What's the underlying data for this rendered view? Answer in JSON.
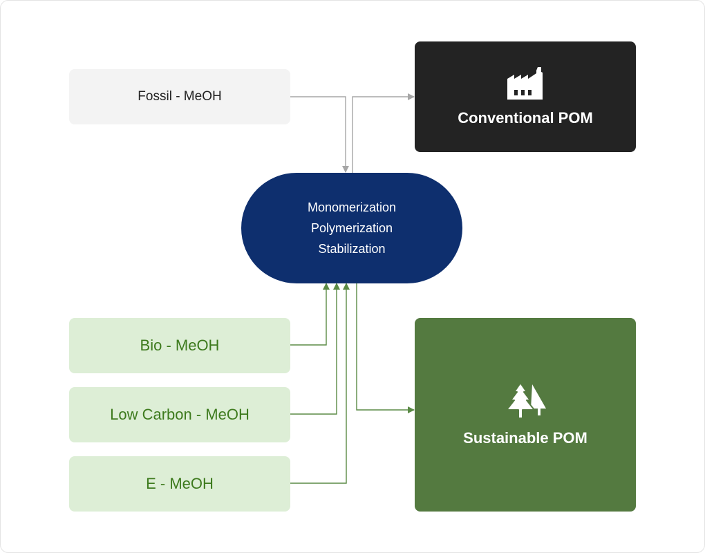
{
  "sources": {
    "fossil": "Fossil - MeOH",
    "bio": "Bio - MeOH",
    "low_carbon": "Low Carbon - MeOH",
    "e_meoh": "E - MeOH"
  },
  "process": {
    "steps": [
      "Monomerization",
      "Polymerization",
      "Stabilization"
    ]
  },
  "outputs": {
    "conventional": {
      "label": "Conventional POM",
      "icon": "factory-icon"
    },
    "sustainable": {
      "label": "Sustainable POM",
      "icon": "trees-icon"
    }
  },
  "colors": {
    "process": "#0e2f6e",
    "conventional": "#232323",
    "sustainable": "#547a40",
    "green_source_bg": "#ddeed6",
    "green_text": "#3d7a1d",
    "fossil_bg": "#f3f3f3",
    "gray_wire": "#a6a6a6",
    "green_wire": "#5a8a45"
  }
}
